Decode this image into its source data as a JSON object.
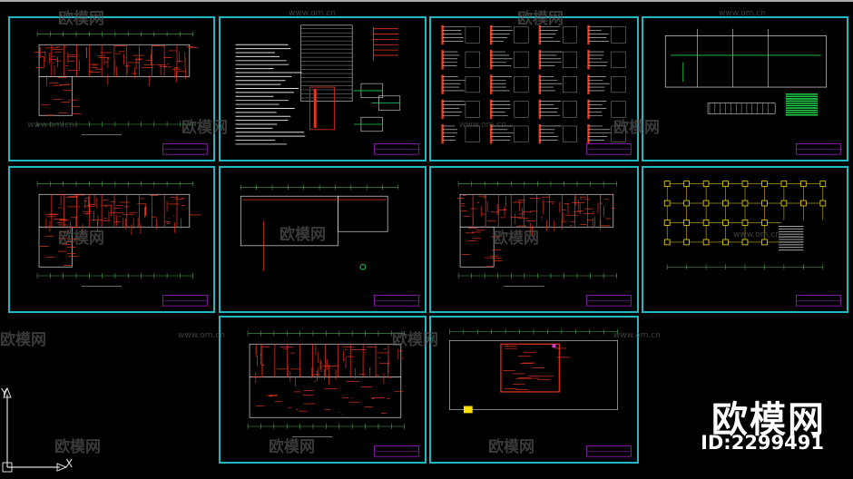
{
  "watermark": {
    "logo": "欧模网",
    "url": "www.om.cn"
  },
  "brand": {
    "name": "欧模网",
    "id_label": "ID:2299491"
  },
  "ucs": {
    "x_label": "X",
    "y_label": "Y"
  },
  "colors": {
    "frame": "#1fb8c4",
    "wiring": "#e8361c",
    "wall": "#e02a2a",
    "text": "#ffffff",
    "accent_green": "#22d04a",
    "accent_yellow": "#ffe000",
    "dim": "#4ea84e",
    "title_block": "#a020c8"
  },
  "sheets": [
    {
      "name": "floor-plan-1",
      "kind": "plan"
    },
    {
      "name": "design-notes",
      "kind": "notes"
    },
    {
      "name": "distribution-diagrams",
      "kind": "diagrams"
    },
    {
      "name": "section-elevation",
      "kind": "section"
    },
    {
      "name": "floor-plan-2",
      "kind": "plan"
    },
    {
      "name": "grounding-plan",
      "kind": "ground"
    },
    {
      "name": "floor-plan-3",
      "kind": "plan"
    },
    {
      "name": "foundation-plan",
      "kind": "foundation"
    },
    {
      "name": "floor-plan-4",
      "kind": "plan"
    },
    {
      "name": "roof-plan",
      "kind": "roof"
    }
  ]
}
